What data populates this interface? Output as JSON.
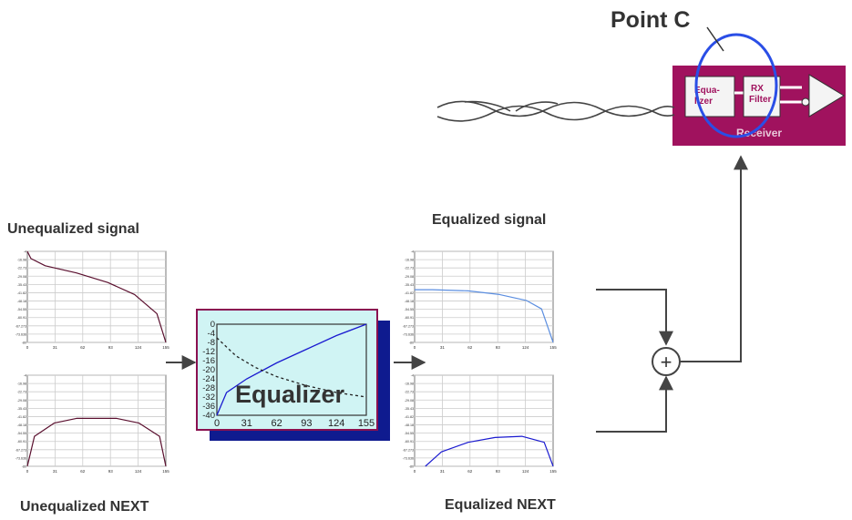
{
  "point_c_label": "Point C",
  "receiver": {
    "title": "Receiver",
    "equalizer_label_line1": "Equa-",
    "equalizer_label_line2": "lizer",
    "rx_filter_line1": "RX",
    "rx_filter_line2": "Filter"
  },
  "labels": {
    "unequalized_signal": "Unequalized signal",
    "unequalized_next": "Unequalized NEXT",
    "equalized_signal": "Equalized signal",
    "equalized_next": "Equalized NEXT",
    "equalizer": "Equalizer",
    "sum_symbol": "+"
  },
  "small_x_ticks": [
    "0",
    "31",
    "62",
    "93",
    "124",
    "155"
  ],
  "small_y_ticks": [
    "-4",
    "-16.98",
    "-22.73",
    "-29.08",
    "-35.43",
    "-41.82",
    "-48.18",
    "-54.55",
    "-60.91",
    "-67.273",
    "-73.636",
    "-80"
  ],
  "colors": {
    "receiver_bg": "#a0125e",
    "equalizer_box": "#d0f4f4",
    "equalizer_shadow": "#0f1b8f",
    "signal_curve": "#5a0f2e",
    "equalized_signal": "#5b8ee0",
    "next_curve": "#1a1ad0",
    "point_c_circle": "#2a4ee6"
  },
  "chart_data": [
    {
      "type": "line",
      "series": [
        {
          "values": [
            -4,
            -10,
            -16,
            -22,
            -30,
            -40,
            -56,
            -80
          ]
        }
      ],
      "x": [
        0,
        4,
        20,
        55,
        90,
        120,
        145,
        155
      ],
      "xlim": [
        0,
        155
      ],
      "ylim": [
        -80,
        -4
      ]
    },
    {
      "type": "line",
      "series": [
        {
          "values": [
            -80,
            -55,
            -44,
            -40,
            -40,
            -44,
            -55,
            -80
          ]
        }
      ],
      "x": [
        0,
        8,
        30,
        55,
        100,
        125,
        148,
        155
      ],
      "xlim": [
        0,
        155
      ],
      "ylim": [
        -80,
        -4
      ]
    },
    {
      "type": "line",
      "series": [
        {
          "values": [
            -36,
            -36,
            -37,
            -40,
            -45,
            -52,
            -80
          ]
        }
      ],
      "x": [
        0,
        20,
        60,
        95,
        125,
        142,
        155
      ],
      "xlim": [
        0,
        155
      ],
      "ylim": [
        -80,
        -4
      ]
    },
    {
      "type": "line",
      "series": [
        {
          "values": [
            -80,
            -68,
            -60,
            -56,
            -55,
            -60,
            -80
          ]
        }
      ],
      "x": [
        12,
        30,
        60,
        90,
        120,
        145,
        155
      ],
      "xlim": [
        0,
        155
      ],
      "ylim": [
        -80,
        -4
      ]
    },
    {
      "type": "line",
      "x_ticks": [
        "0",
        "31",
        "62",
        "93",
        "124",
        "155"
      ],
      "y_ticks": [
        "0",
        "-4",
        "-8",
        "-12",
        "-16",
        "-20",
        "-24",
        "-28",
        "-32",
        "-36",
        "-40"
      ],
      "xlim": [
        0,
        155
      ],
      "ylim": [
        -40,
        0
      ],
      "series": [
        {
          "x": [
            0,
            10,
            31,
            62,
            93,
            124,
            155
          ],
          "values": [
            -40,
            -30,
            -24,
            -17,
            -11,
            -5,
            0
          ]
        },
        {
          "x": [
            0,
            20,
            40,
            62,
            93,
            124,
            155
          ],
          "values": [
            -6,
            -14,
            -19,
            -23,
            -27,
            -30,
            -32
          ]
        }
      ]
    }
  ]
}
